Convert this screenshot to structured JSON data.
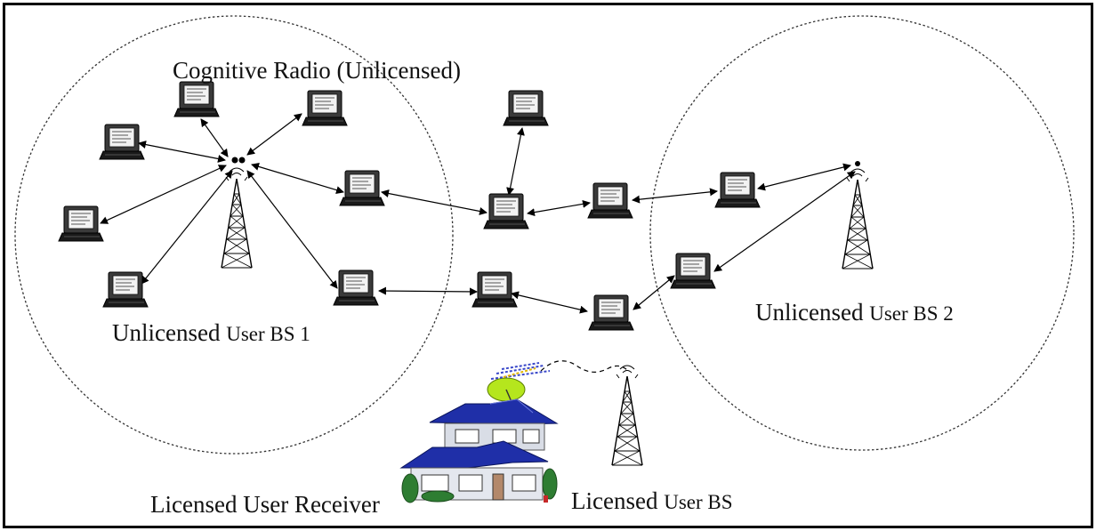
{
  "labels": {
    "cognitive_radio": "Cognitive Radio (Unlicensed)",
    "bs1": {
      "part1": "Unlicensed ",
      "part2": "User BS 1"
    },
    "bs2": {
      "part1": "Unlicensed ",
      "part2": "User BS 2"
    },
    "licensed_receiver": "Licensed User Receiver",
    "licensed_bs": {
      "part1": "Licensed ",
      "part2": "User BS"
    }
  },
  "colors": {
    "line": "#000000",
    "house_roof": "#1f2fa8",
    "house_wall": "#d9dde6",
    "antenna_dish": "#b5e61d",
    "tree": "#2e7d32"
  },
  "icons": {
    "terminal": "laptop-terminal-icon",
    "tower": "lattice-tower-icon",
    "house": "house-with-antenna-icon"
  }
}
